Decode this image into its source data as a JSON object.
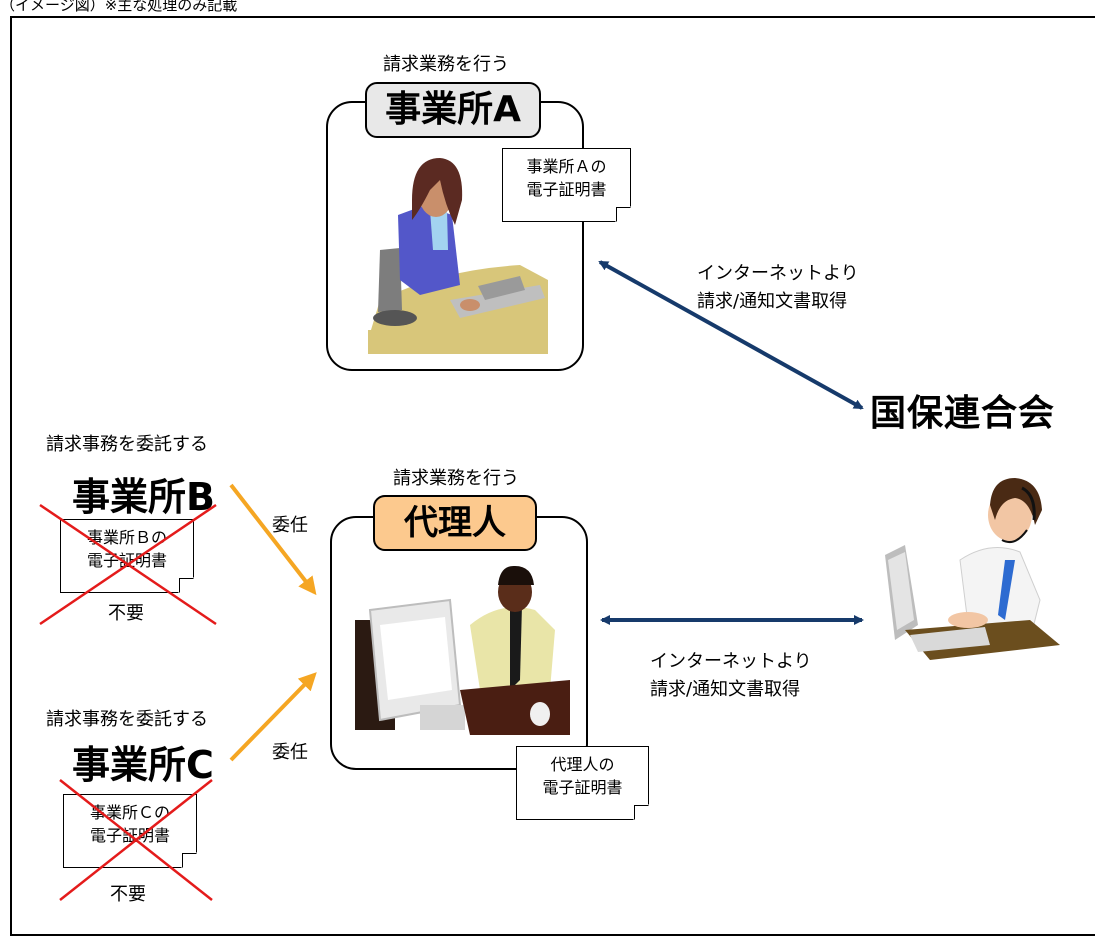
{
  "caption": "（イメージ図）※主な処理のみ記載",
  "office_a": {
    "role": "請求業務を行う",
    "title": "事業所A",
    "cert_line1": "事業所Ａの",
    "cert_line2": "電子証明書"
  },
  "agent": {
    "role": "請求業務を行う",
    "title": "代理人",
    "cert_line1": "代理人の",
    "cert_line2": "電子証明書"
  },
  "office_b": {
    "role": "請求事務を委託する",
    "title": "事業所B",
    "cert_line1": "事業所Ｂの",
    "cert_line2": "電子証明書",
    "not_needed": "不要",
    "delegate": "委任"
  },
  "office_c": {
    "role": "請求事務を委託する",
    "title": "事業所C",
    "cert_line1": "事業所Ｃの",
    "cert_line2": "電子証明書",
    "not_needed": "不要",
    "delegate": "委任"
  },
  "kokuho": "国保連合会",
  "link_a": {
    "line1": "インターネットより",
    "line2": "請求/通知文書取得"
  },
  "link_agent": {
    "line1": "インターネットより",
    "line2": "請求/通知文書取得"
  },
  "colors": {
    "arrow_navy": "#163a6b",
    "arrow_orange": "#f5a623",
    "cross_red": "#e41b1b",
    "title_a_fill": "#e8e8e8",
    "title_agent_fill": "#fcc98e"
  }
}
